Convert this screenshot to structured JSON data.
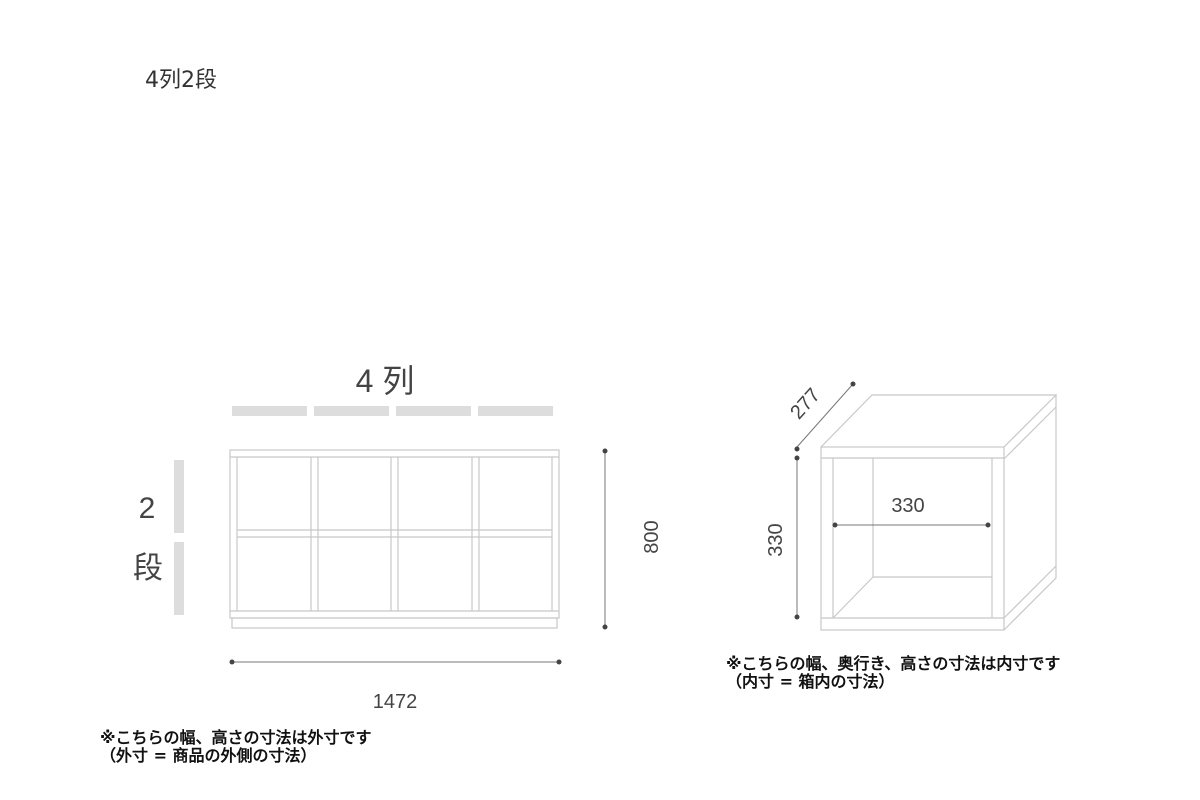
{
  "title": "4列2段",
  "shelf": {
    "columns_label": "4 列",
    "rows_number": "2",
    "rows_unit": "段",
    "height": "800",
    "width": "1472",
    "note_line1": "※こちらの幅、高さの寸法は外寸です",
    "note_line2": "（外寸 = 商品の外側の寸法）"
  },
  "cube": {
    "depth": "277",
    "height": "330",
    "width": "330",
    "note_line1": "※こちらの幅、奥行き、高さの寸法は内寸です",
    "note_line2": "（内寸 = 箱内の寸法）"
  }
}
